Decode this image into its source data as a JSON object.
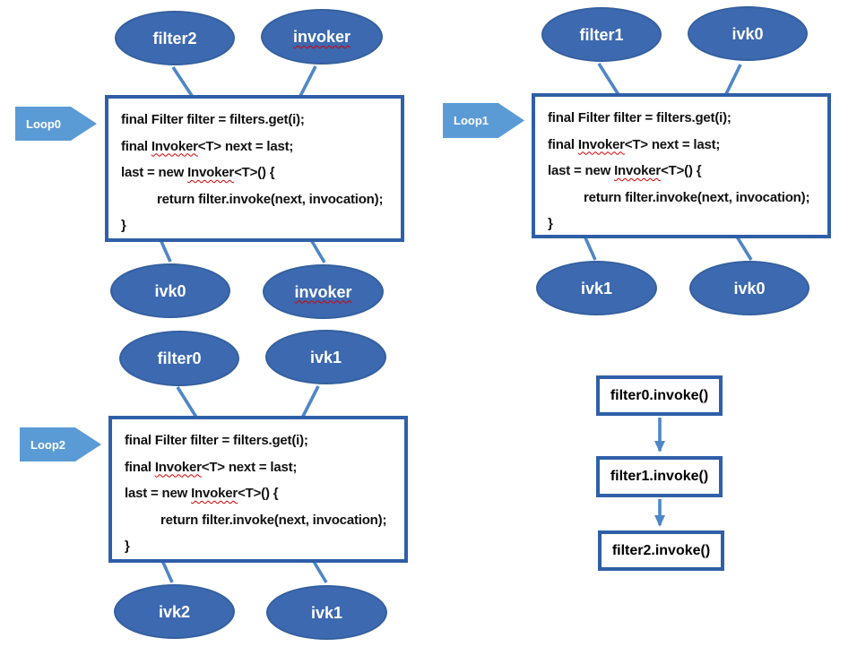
{
  "colors": {
    "ellipse_fill": "#3c69b0",
    "ellipse_edge": "#35609f",
    "box_border": "#2f5fa8",
    "arrow": "#4f86c6",
    "callout_fill": "#5b9bd5",
    "label_text": "#ffffff",
    "code_text": "#111111",
    "wavy": "#d40000"
  },
  "code": {
    "line1": "final Filter filter = filters.get(i);",
    "line2_pre": "final ",
    "line2_wavy": "Invoker",
    "line2_post": "<T> next = last;",
    "line3_pre": "last = new ",
    "line3_wavy": "Invoker",
    "line3_post": "<T>() {",
    "line4": "return filter.invoke(next, invocation);",
    "line5": "}"
  },
  "loops": [
    {
      "label": "Loop0",
      "top_left": "filter2",
      "top_right": "invoker",
      "bottom_left": "ivk0",
      "bottom_right": "invoker"
    },
    {
      "label": "Loop1",
      "top_left": "filter1",
      "top_right": "ivk0",
      "bottom_left": "ivk1",
      "bottom_right": "ivk0"
    },
    {
      "label": "Loop2",
      "top_left": "filter0",
      "top_right": "ivk1",
      "bottom_left": "ivk2",
      "bottom_right": "ivk1"
    }
  ],
  "flow": {
    "boxes": [
      "filter0.invoke()",
      "filter1.invoke()",
      "filter2.invoke()"
    ]
  }
}
